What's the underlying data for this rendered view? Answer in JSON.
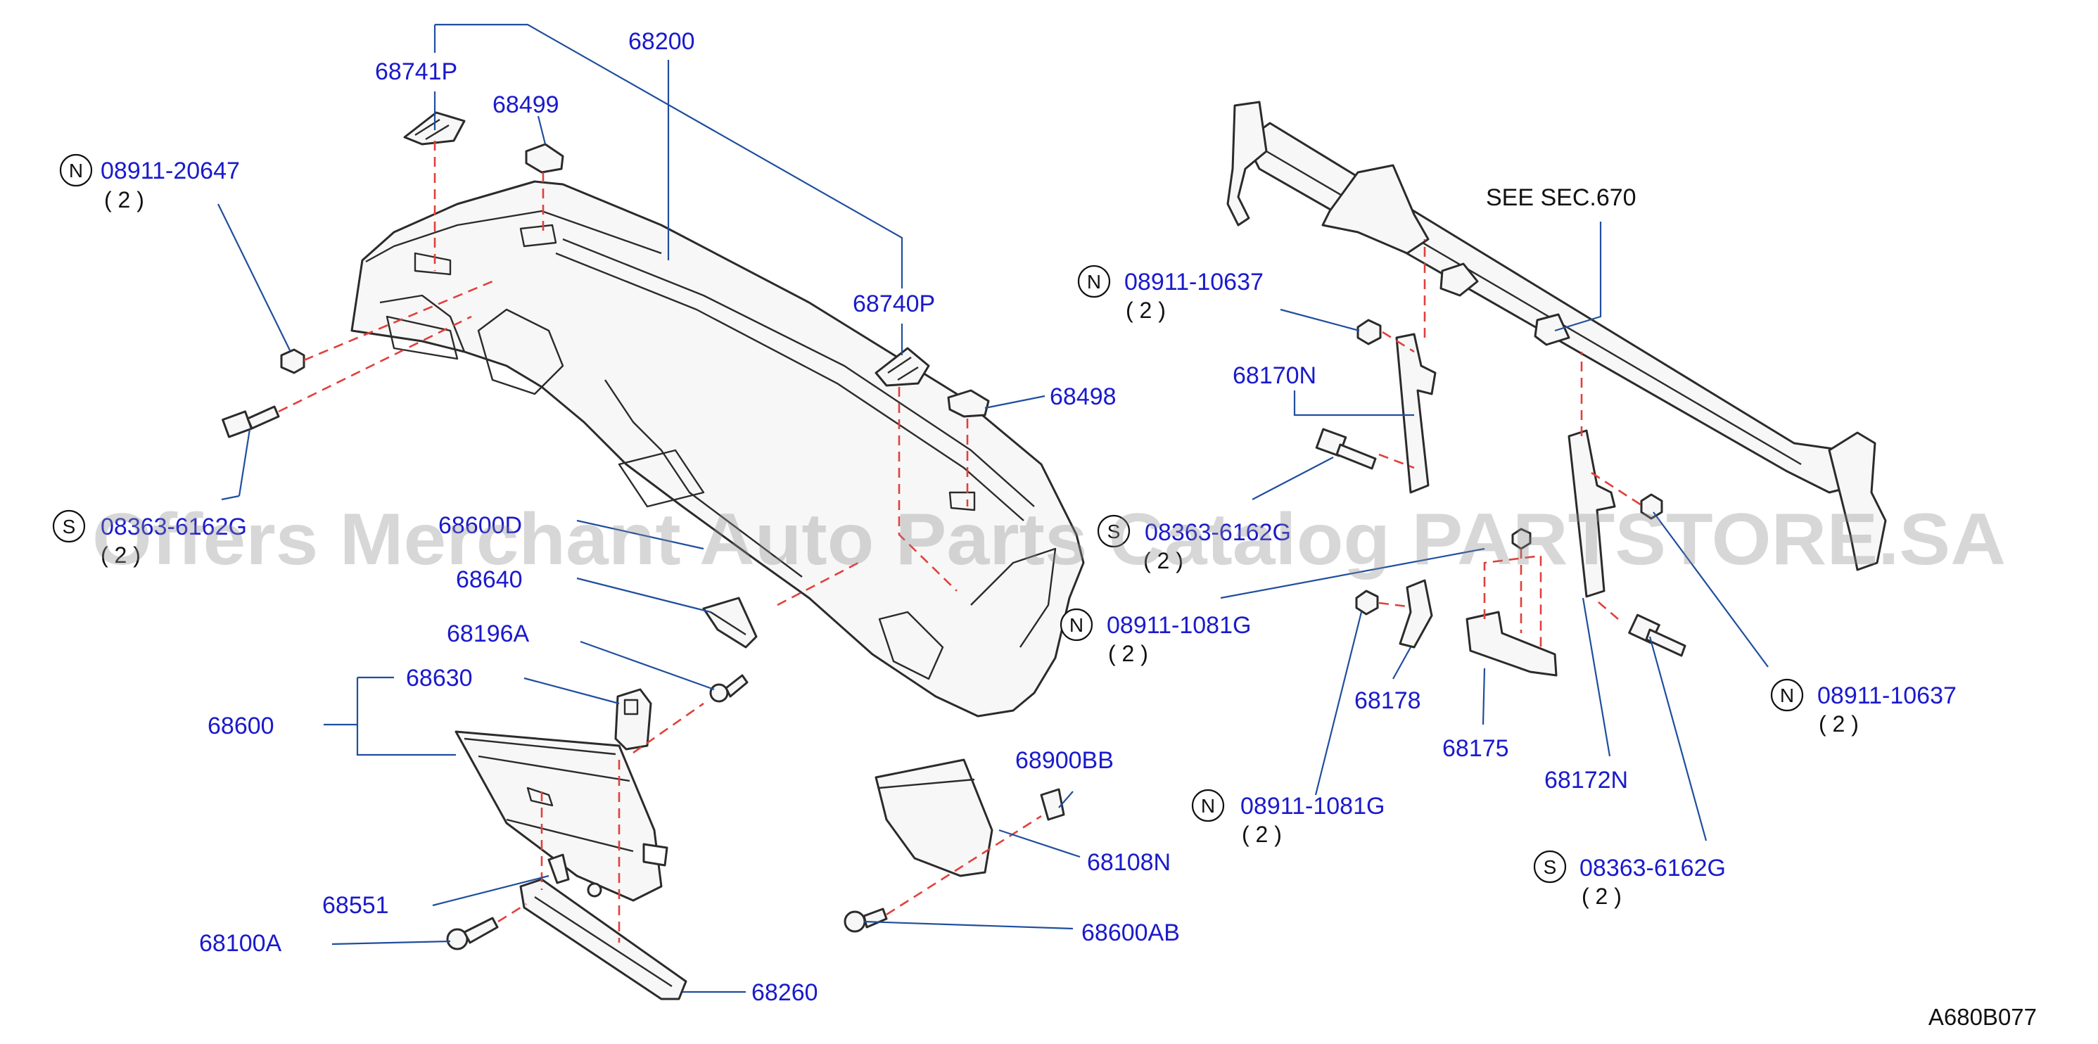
{
  "labels": {
    "p68200": "68200",
    "p68741P": "68741P",
    "p68499": "68499",
    "p08911_20647": "08911-20647",
    "q2_a": "( 2 )",
    "p68740P": "68740P",
    "p68498": "68498",
    "p08363_6162G_left": "08363-6162G",
    "q2_b": "( 2 )",
    "p68600D": "68600D",
    "p68640": "68640",
    "p68196A": "68196A",
    "p68630": "68630",
    "p68600": "68600",
    "p68551": "68551",
    "p68100A": "68100A",
    "p68260": "68260",
    "p68900BB": "68900BB",
    "p68108N": "68108N",
    "p68600AB": "68600AB",
    "see_sec": "SEE SEC.670",
    "p08911_10637_top": "08911-10637",
    "q2_c": "( 2 )",
    "p68170N": "68170N",
    "p08363_6162G_mid": "08363-6162G",
    "q2_d": "( 2 )",
    "p08911_1081G_a": "08911-1081G",
    "q2_e": "( 2 )",
    "p68178": "68178",
    "p68175": "68175",
    "p68172N": "68172N",
    "p08911_10637_right": "08911-10637",
    "q2_f": "( 2 )",
    "p08911_1081G_b": "08911-1081G",
    "q2_g": "( 2 )",
    "p08363_6162G_right": "08363-6162G",
    "q2_h": "( 2 )",
    "ref_code": "A680B077"
  },
  "badges": {
    "nut": "N",
    "screw": "S"
  },
  "watermark": "Offers Merchant Auto Parts Catalog PARTSTORE.SA",
  "colors": {
    "part_label": "#1a1acc",
    "leader": "#1f4e9e",
    "dash": "#e0403b",
    "line": "#2b2b2b"
  }
}
